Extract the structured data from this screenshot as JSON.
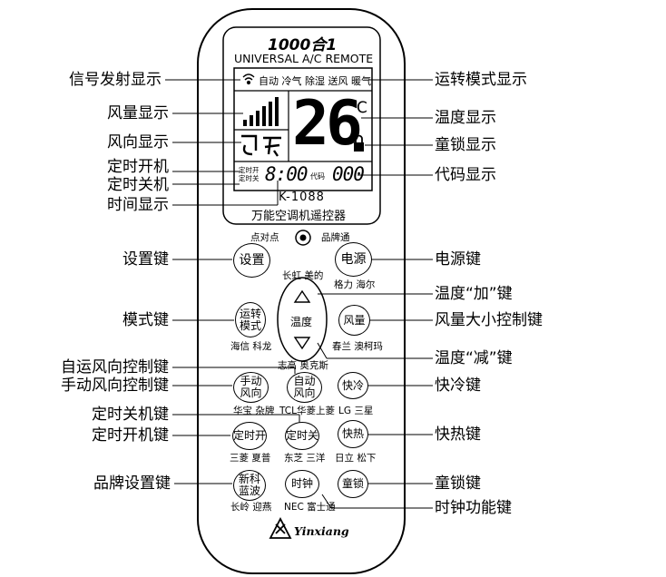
{
  "remote": {
    "title": "1000合1",
    "subtitle": "UNIVERSAL A/C REMOTE",
    "model": "K-1088",
    "name": "万能空调机遥控器",
    "brand_logo": "Yinxiang",
    "lcd": {
      "modes": [
        "自动",
        "冷气",
        "除湿",
        "送风",
        "暖气"
      ],
      "temperature": "26",
      "unit": "℃",
      "timer_on": "定时开",
      "timer_off": "定时关",
      "time": "8:00",
      "code_label": "代码",
      "code": "000"
    },
    "top_labels": {
      "aim": "点对点",
      "brand_pass": "品牌通"
    },
    "buttons": {
      "setup": "设置",
      "power": "电源",
      "mode_line1": "运转",
      "mode_line2": "模式",
      "temp": "温度",
      "fan": "风量",
      "auto_swing_line1": "自动",
      "auto_swing_line2": "风向",
      "manual_swing_line1": "手动",
      "manual_swing_line2": "风向",
      "quick_cool": "快冷",
      "timer_on": "定时开",
      "timer_off": "定时关",
      "quick_heat": "快热",
      "brand_set_line1": "新科",
      "brand_set_line2": "蓝波",
      "clock": "时钟",
      "child_lock": "童锁"
    },
    "brands": {
      "changhong_midea": "长虹 美的",
      "gree_haier": "格力 海尔",
      "hisense_kelon": "海信 科龙",
      "chunlan_aux": "春兰 澳柯玛",
      "chigo_oaks": "志高 奥克斯",
      "huabao_misc": "华宝 杂牌",
      "tcl_hualing": "TCL华菱上菱",
      "lg_samsung": "LG 三星",
      "mitsubishi_sharp": "三菱 夏普",
      "toshiba_sanyo": "东芝 三洋",
      "hitachi_panasonic": "日立 松下",
      "changling_yanyan": "长岭 迎燕",
      "nec_fujitsu": "NEC 富士通"
    }
  },
  "labels_left": {
    "signal": "信号发射显示",
    "fan_level": "风量显示",
    "wind_dir": "风向显示",
    "timer_on": "定时开机",
    "timer_off": "定时关机",
    "time": "时间显示",
    "setup_key": "设置键",
    "mode_key": "模式键",
    "auto_swing_key": "自运风向控制键",
    "manual_swing_key": "手动风向控制键",
    "timer_off_key": "定时关机键",
    "timer_on_key": "定时开机键",
    "brand_set_key": "品牌设置键"
  },
  "labels_right": {
    "run_mode": "运转模式显示",
    "temp_disp": "温度显示",
    "child_lock_disp": "童锁显示",
    "code_disp": "代码显示",
    "power_key": "电源键",
    "temp_up_key": "温度“加”键",
    "fan_key": "风量大小控制键",
    "temp_down_key": "温度“减”键",
    "quick_cool_key": "快冷键",
    "quick_heat_key": "快热键",
    "child_lock_key": "童锁键",
    "clock_key": "时钟功能键"
  }
}
